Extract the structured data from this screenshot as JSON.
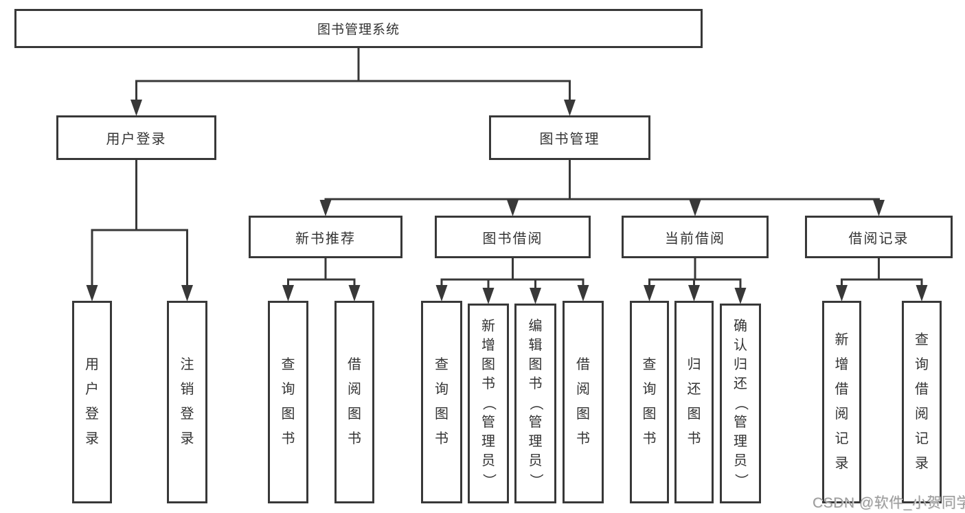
{
  "diagram_title": "图书管理系统",
  "nodes": {
    "system": {
      "label": "图书管理系统"
    },
    "user_login": {
      "label": "用户登录"
    },
    "book_mgmt": {
      "label": "图书管理"
    },
    "login": {
      "label": "用户登录"
    },
    "logout": {
      "label": "注销登录"
    },
    "new_book_rec": {
      "label": "新书推荐"
    },
    "book_borrow": {
      "label": "图书借阅"
    },
    "current_borrow": {
      "label": "当前借阅"
    },
    "borrow_records": {
      "label": "借阅记录"
    },
    "query_book_1": {
      "label": "查询图书"
    },
    "borrow_book_1": {
      "label": "借阅图书"
    },
    "query_book_2": {
      "label": "查询图书"
    },
    "add_book": {
      "label": "新增图书（管理员）"
    },
    "edit_book": {
      "label": "编辑图书（管理员）"
    },
    "borrow_book_2": {
      "label": "借阅图书"
    },
    "query_book_3": {
      "label": "查询图书"
    },
    "return_book": {
      "label": "归还图书"
    },
    "confirm_return": {
      "label": "确认归还（管理员）"
    },
    "add_borrow_record": {
      "label": "新增借阅记录"
    },
    "query_borrow_record": {
      "label": "查询借阅记录"
    }
  },
  "hierarchy": {
    "system": [
      "user_login",
      "book_mgmt"
    ],
    "user_login": [
      "login",
      "logout"
    ],
    "book_mgmt": [
      "new_book_rec",
      "book_borrow",
      "current_borrow",
      "borrow_records"
    ],
    "new_book_rec": [
      "query_book_1",
      "borrow_book_1"
    ],
    "book_borrow": [
      "query_book_2",
      "add_book",
      "edit_book",
      "borrow_book_2"
    ],
    "current_borrow": [
      "query_book_3",
      "return_book",
      "confirm_return"
    ],
    "borrow_records": [
      "add_borrow_record",
      "query_borrow_record"
    ]
  },
  "watermark": {
    "text": "CSDN @软件_小贺同学"
  },
  "colors": {
    "line": "#383838",
    "box_border": "#383838",
    "text": "#333333",
    "watermark": "#9b9b9b",
    "background": "#ffffff"
  }
}
